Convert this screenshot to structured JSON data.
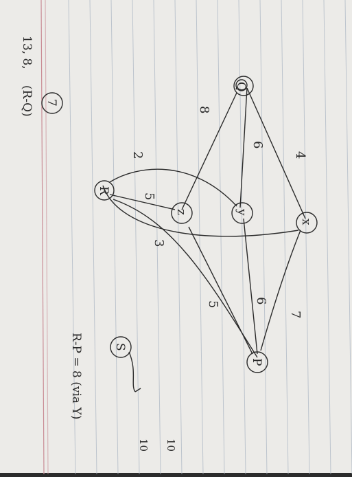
{
  "graph": {
    "nodes": [
      {
        "id": "Q",
        "label": "Q"
      },
      {
        "id": "x",
        "label": "x"
      },
      {
        "id": "y",
        "label": "y"
      },
      {
        "id": "z",
        "label": "z"
      },
      {
        "id": "R",
        "label": "R"
      },
      {
        "id": "P",
        "label": "P"
      },
      {
        "id": "S",
        "label": "S"
      }
    ],
    "edges": [
      {
        "from": "Q",
        "to": "x",
        "weight": "4"
      },
      {
        "from": "Q",
        "to": "y",
        "weight": "6"
      },
      {
        "from": "Q",
        "to": "z",
        "weight": "8"
      },
      {
        "from": "R",
        "to": "z",
        "weight": "5"
      },
      {
        "from": "R",
        "to": "P",
        "weight": "3"
      },
      {
        "from": "y",
        "to": "P",
        "weight": "6"
      },
      {
        "from": "x",
        "to": "P",
        "weight": "7"
      },
      {
        "from": "z",
        "to": "P",
        "weight": "5"
      },
      {
        "from": "R",
        "to": "y",
        "weight": ""
      }
    ],
    "extra_weights": [
      "2"
    ]
  },
  "notes": {
    "sequence": "13, 8,",
    "circled": "7",
    "pair": "(R-Q)",
    "rp": "R-P = 8 (via Y)",
    "ten_a": "10",
    "ten_b": "10"
  },
  "colors": {
    "paper": "#ecebe8",
    "ink": "#2a2a2a",
    "rule": "#a9b4c2",
    "margin": "#c98c95"
  }
}
